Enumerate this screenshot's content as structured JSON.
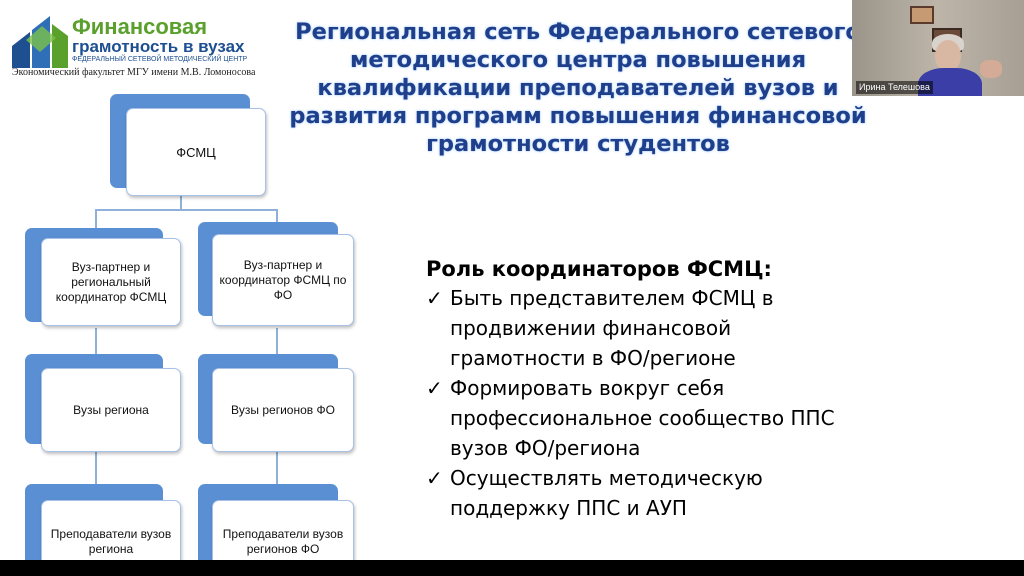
{
  "logo": {
    "line1": "Финансовая",
    "line2": "грамотность в вузах",
    "line3": "ФЕДЕРАЛЬНЫЙ СЕТЕВОЙ МЕТОДИЧЕСКИЙ ЦЕНТР",
    "line4": "Экономический факультет МГУ имени М.В. Ломоносова"
  },
  "title": {
    "lines": [
      "Региональная сеть Федерального сетевого",
      "методического центра повышения",
      "квалификации преподавателей вузов и",
      "развития программ повышения финансовой",
      "грамотности студентов"
    ]
  },
  "participant": {
    "name": "Ирина Телешова"
  },
  "org_chart": {
    "root": "ФСМЦ",
    "left": [
      "Вуз-партнер и региональный координатор ФСМЦ",
      "Вузы региона",
      "Преподаватели вузов региона"
    ],
    "right": [
      "Вуз-партнер и координатор ФСМЦ по ФО",
      "Вузы регионов ФО",
      "Преподаватели вузов регионов ФО"
    ]
  },
  "role": {
    "title": "Роль координаторов ФСМЦ:",
    "check_symbol": "✓",
    "items": [
      {
        "lines": [
          "Быть представителем ФСМЦ в",
          "продвижении финансовой",
          "грамотности в ФО/регионе"
        ]
      },
      {
        "lines": [
          "Формировать вокруг себя",
          "профессиональное сообщество ППС",
          "вузов ФО/региона"
        ]
      },
      {
        "lines": [
          "Осуществлять методическую",
          "поддержку ППС и АУП"
        ]
      }
    ]
  },
  "colors": {
    "title": "#1f3f8a",
    "box_accent": "#5b8fd3",
    "logo_green": "#5aa02c",
    "logo_blue": "#1d4f91"
  }
}
